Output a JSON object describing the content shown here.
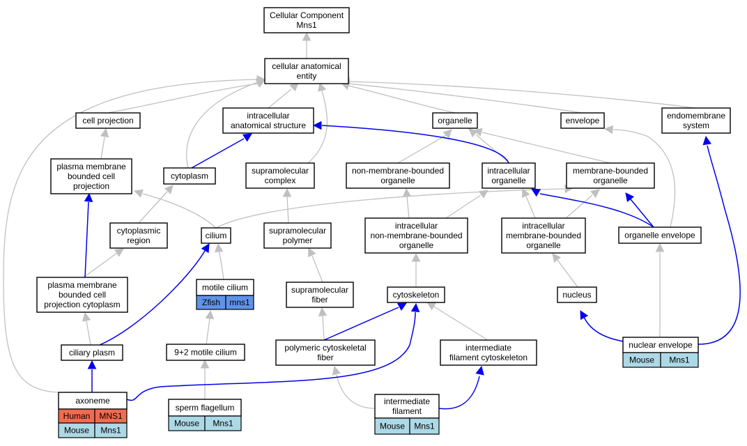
{
  "colors": {
    "edge_is_a": "#c0c0c0",
    "edge_part_of": "#0000ee",
    "badge_human": "#f26b50",
    "badge_mouse": "#add8e6",
    "badge_zfish": "#5f93e8"
  },
  "nodes": {
    "root": {
      "lines": [
        "Cellular Component",
        "Mns1"
      ]
    },
    "cae": {
      "lines": [
        "cellular anatomical",
        "entity"
      ]
    },
    "cellproj": {
      "lines": [
        "cell projection"
      ]
    },
    "ias": {
      "lines": [
        "intracellular",
        "anatomical structure"
      ]
    },
    "organelle": {
      "lines": [
        "organelle"
      ]
    },
    "envelope": {
      "lines": [
        "envelope"
      ]
    },
    "endomem": {
      "lines": [
        "endomembrane",
        "system"
      ]
    },
    "pmbcp": {
      "lines": [
        "plasma membrane",
        "bounded cell",
        "projection"
      ]
    },
    "cytoplasm": {
      "lines": [
        "cytoplasm"
      ]
    },
    "supcomplex": {
      "lines": [
        "supramolecular",
        "complex"
      ]
    },
    "nmbo": {
      "lines": [
        "non-membrane-bounded",
        "organelle"
      ]
    },
    "io": {
      "lines": [
        "intracellular",
        "organelle"
      ]
    },
    "mbo": {
      "lines": [
        "membrane-bounded",
        "organelle"
      ]
    },
    "cytoregion": {
      "lines": [
        "cytoplasmic",
        "region"
      ]
    },
    "cilium": {
      "lines": [
        "cilium"
      ]
    },
    "suppolymer": {
      "lines": [
        "supramolecular",
        "polymer"
      ]
    },
    "inmbo": {
      "lines": [
        "intracellular",
        "non-membrane-bounded",
        "organelle"
      ]
    },
    "imbo": {
      "lines": [
        "intracellular",
        "membrane-bounded",
        "organelle"
      ]
    },
    "orgenv": {
      "lines": [
        "organelle envelope"
      ]
    },
    "pmbcpc": {
      "lines": [
        "plasma membrane",
        "bounded cell",
        "projection cytoplasm"
      ]
    },
    "motile": {
      "lines": [
        "motile cilium"
      ]
    },
    "supfiber": {
      "lines": [
        "supramolecular",
        "fiber"
      ]
    },
    "cytoskel": {
      "lines": [
        "cytoskeleton"
      ]
    },
    "nucleus": {
      "lines": [
        "nucleus"
      ]
    },
    "ciliaryplasm": {
      "lines": [
        "ciliary plasm"
      ]
    },
    "m92": {
      "lines": [
        "9+2 motile cilium"
      ]
    },
    "polycf": {
      "lines": [
        "polymeric cytoskeletal",
        "fiber"
      ]
    },
    "ifc": {
      "lines": [
        "intermediate",
        "filament cytoskeleton"
      ]
    },
    "nucenv": {
      "lines": [
        "nuclear envelope"
      ]
    },
    "axoneme": {
      "lines": [
        "axoneme"
      ]
    },
    "sperm": {
      "lines": [
        "sperm flagellum"
      ]
    },
    "intfil": {
      "lines": [
        "intermediate",
        "filament"
      ]
    }
  },
  "badges": {
    "motile_zfish": [
      "Zfish",
      "mns1"
    ],
    "nucenv_mouse": [
      "Mouse",
      "Mns1"
    ],
    "axoneme_human": [
      "Human",
      "MNS1"
    ],
    "axoneme_mouse": [
      "Mouse",
      "Mns1"
    ],
    "sperm_mouse": [
      "Mouse",
      "Mns1"
    ],
    "intfil_mouse": [
      "Mouse",
      "Mns1"
    ]
  }
}
